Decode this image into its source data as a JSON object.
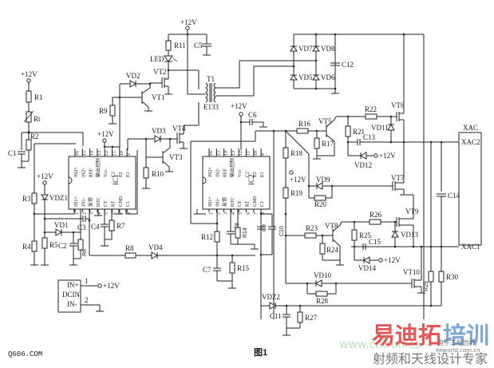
{
  "figure": {
    "caption": "图1",
    "site_mark": "Q606.COM",
    "watermark": {
      "brand_red": "易迪拓",
      "brand_blue": "培训",
      "subtitle": "射频和天线设计专家",
      "small_text": "电子工程世界",
      "url": "eeworld.com.cn",
      "faded_url": "www.cntronics"
    }
  },
  "supply": {
    "v12": "+12V"
  },
  "ic1": {
    "name": "IC1",
    "func": "输出控制",
    "top_pins": [
      "16",
      "15",
      "14",
      "13",
      "12",
      "11",
      "10",
      "9"
    ],
    "top_labels": [
      "IN2+",
      "IN2-",
      "REF",
      "输出控制",
      "Vcc",
      "C2",
      "E2",
      "E1"
    ],
    "bottom_pins": [
      "1",
      "2",
      "3",
      "4",
      "5",
      "6",
      "7",
      "8"
    ],
    "bottom_labels": [
      "IN1+",
      "IN1-",
      "反馈",
      "DTC",
      "CT",
      "RT",
      "GND",
      "C1"
    ]
  },
  "ic2": {
    "name": "IC2",
    "func": "输出控制",
    "top_pins": [
      "16",
      "15",
      "14",
      "13",
      "12",
      "11",
      "10",
      "9"
    ],
    "top_labels": [
      "IN2+",
      "IN2-",
      "REF",
      "输出控制",
      "Vcc",
      "C2",
      "E2",
      "E1"
    ],
    "bottom_pins": [
      "1",
      "2",
      "3",
      "4",
      "5",
      "6",
      "7",
      "8"
    ],
    "bottom_labels": [
      "IN1+",
      "IN1-",
      "反馈",
      "DTC",
      "CT",
      "RT",
      "GND",
      "C1"
    ]
  },
  "labels": {
    "R1": "R1",
    "Rt": "Rt",
    "R2": "R2",
    "C1": "C1",
    "R3": "R3",
    "VDZ1": "VDZ1",
    "R4": "R4",
    "R5": "R5",
    "C2": "C2",
    "R6": "R6",
    "VD1": "VD1",
    "C3": "C3",
    "C4": "C4",
    "R7": "R7",
    "R8": "R8",
    "VD4": "VD4",
    "R9": "R9",
    "VD2": "VD2",
    "VT1": "VT1",
    "VT2": "VT2",
    "LED": "LED",
    "R11": "R11",
    "C5": "C5",
    "T1": "T1",
    "E133": "E133",
    "VD3": "VD3",
    "VT3": "VT3",
    "VT4": "VT4",
    "R10": "R10",
    "C6": "C6",
    "R12": "R12",
    "C7": "C7",
    "R15": "R15",
    "C8": "C8",
    "R14": "R14",
    "C9": "C9",
    "C10": "C10",
    "VD5": "VD5",
    "VD6": "VD6",
    "VD7": "VD7",
    "VD8": "VD8",
    "C12": "C12",
    "R16": "R16",
    "VT5": "VT5",
    "R17": "R17",
    "R18": "R18",
    "R19": "R19",
    "VD9": "VD9",
    "R20": "R20",
    "R21": "R21",
    "R22": "R22",
    "VT6": "VT6",
    "VD11": "VD11",
    "C13": "C13",
    "VD12": "VD12",
    "VT7": "VT7",
    "C14": "C14",
    "R23": "R23",
    "VT8": "VT8",
    "R24": "R24",
    "R25": "R25",
    "R26": "R26",
    "VT9": "VT9",
    "VD13": "VD13",
    "C15": "C15",
    "VD14": "VD14",
    "VD10": "VD10",
    "R28": "R28",
    "VT10": "VT10",
    "R29": "R29",
    "R30": "R30",
    "VDZ2": "VDZ2",
    "C11": "C11",
    "R27": "R27"
  },
  "xac": {
    "title": "XAC",
    "pin_top": "XAC2",
    "pin_bottom": "XAC1"
  },
  "dcin": {
    "name": "DCIN",
    "pin_pos": "IN+",
    "pin_neg": "IN-",
    "pin1": "1",
    "pin2": "2"
  }
}
